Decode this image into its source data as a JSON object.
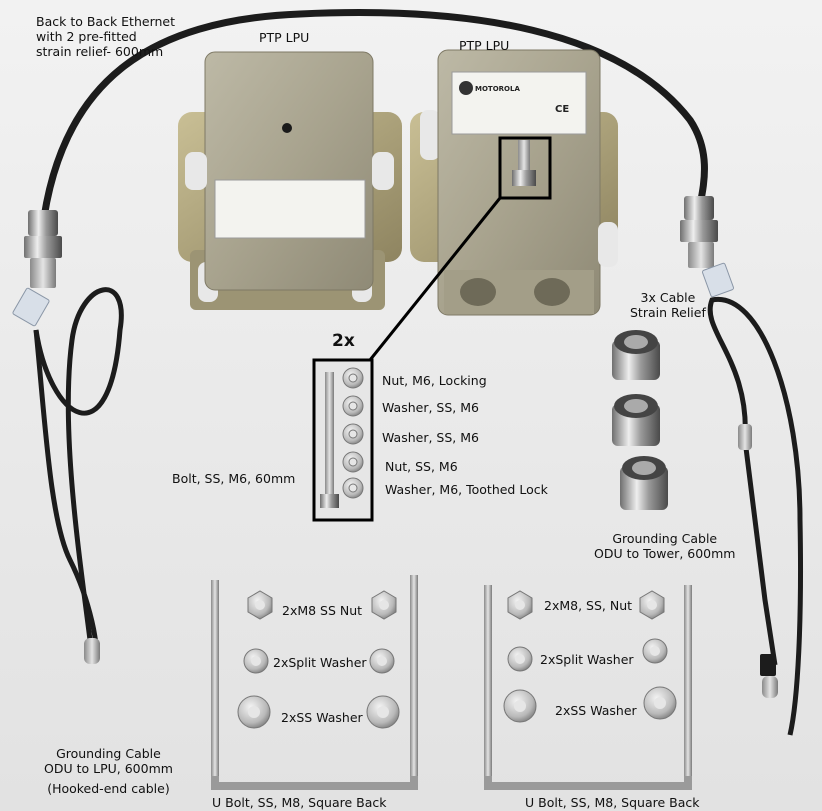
{
  "labels": {
    "ethernet_cable": [
      "Back to Back Ethernet",
      "with 2 pre-fitted",
      "strain relief- 600mm"
    ],
    "lpu_left": "PTP LPU",
    "lpu_right": "PTP LPU",
    "kit_qty": "2x",
    "nut_locking": "Nut, M6, Locking",
    "washer_ss_1": "Washer, SS, M6",
    "washer_ss_2": "Washer, SS, M6",
    "nut_ss": "Nut, SS, M6",
    "washer_toothed": "Washer, M6, Toothed Lock",
    "bolt": "Bolt, SS, M6, 60mm",
    "strain_relief": [
      "3x Cable",
      "Strain Relief"
    ],
    "grounding_tower": [
      "Grounding Cable",
      "ODU to Tower, 600mm"
    ],
    "grounding_lpu": [
      "Grounding Cable",
      "ODU to LPU, 600mm",
      "(Hooked-end cable)"
    ],
    "ubolt_left_nut": "2xM8 SS Nut",
    "ubolt_left_split": "2xSplit Washer",
    "ubolt_left_washer": "2xSS Washer",
    "ubolt_left_caption": "U Bolt, SS, M8, Square Back",
    "ubolt_right_nut": "2xM8, SS, Nut",
    "ubolt_right_split": "2xSplit Washer",
    "ubolt_right_washer": "2xSS Washer",
    "ubolt_right_caption": "U Bolt, SS, M8, Square Back"
  },
  "unit_markings": {
    "brand": "MOTOROLA",
    "ce_mark": "CE"
  }
}
